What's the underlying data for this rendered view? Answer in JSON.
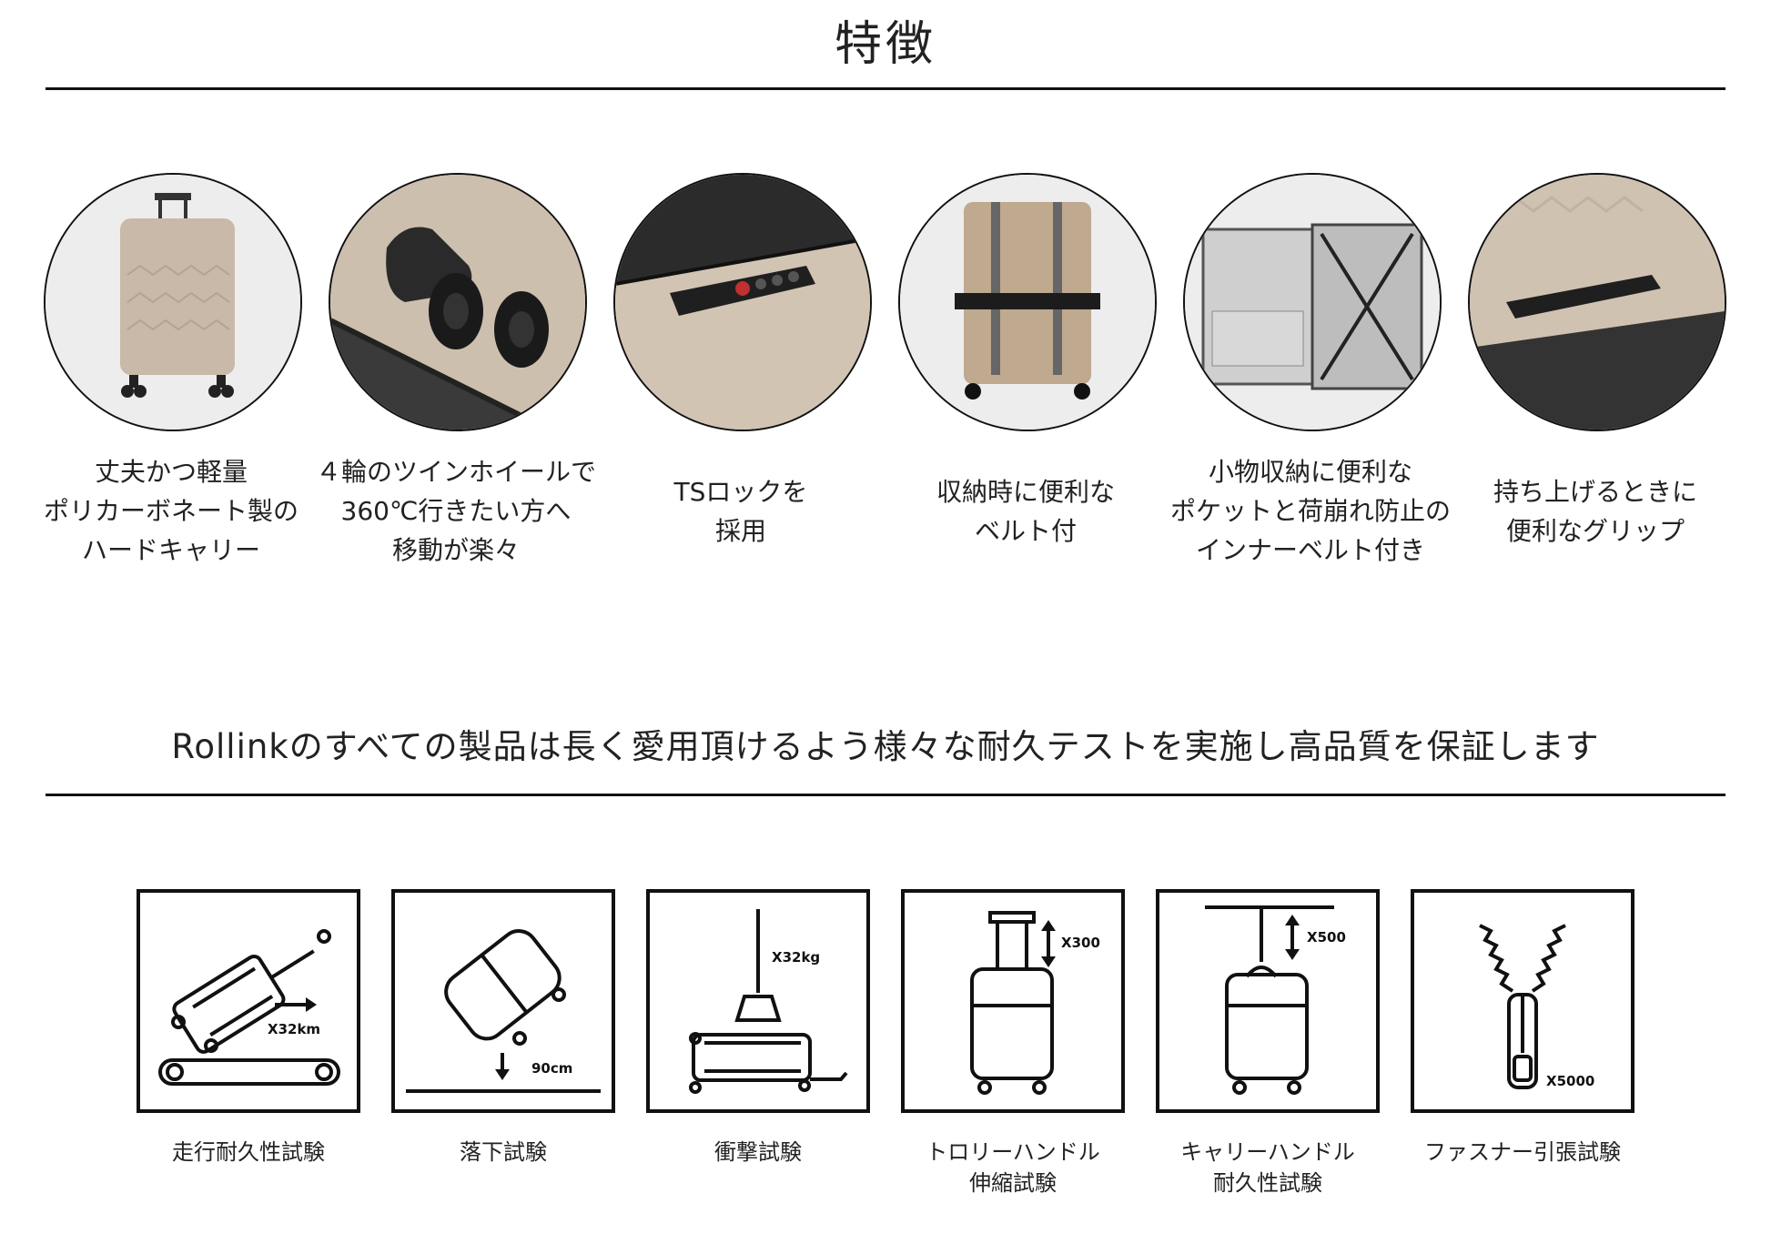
{
  "title": "特徴",
  "features": [
    {
      "line1": "丈夫かつ軽量",
      "line2": "ポリカーボネート製の",
      "line3": "ハードキャリー"
    },
    {
      "line1": "４輪のツインホイールで",
      "line2": "360℃行きたい方へ",
      "line3": "移動が楽々"
    },
    {
      "line1": "TSロックを",
      "line2": "採用",
      "line3": ""
    },
    {
      "line1": "収納時に便利な",
      "line2": "ベルト付",
      "line3": ""
    },
    {
      "line1": "小物収納に便利な",
      "line2": "ポケットと荷崩れ防止の",
      "line3": "インナーベルト付き"
    },
    {
      "line1": "持ち上げるときに",
      "line2": "便利なグリップ",
      "line3": ""
    }
  ],
  "tests_heading": "Rollinkのすべての製品は長く愛用頂けるよう様々な耐久テストを実施し高品質を保証します",
  "tests": [
    {
      "line1": "走行耐久性試験",
      "line2": "",
      "value": "X32km"
    },
    {
      "line1": "落下試験",
      "line2": "",
      "value": "90cm"
    },
    {
      "line1": "衝撃試験",
      "line2": "",
      "value": "X32kg"
    },
    {
      "line1": "トロリーハンドル",
      "line2": "伸縮試験",
      "value": "X300"
    },
    {
      "line1": "キャリーハンドル",
      "line2": "耐久性試験",
      "value": "X500"
    },
    {
      "line1": "ファスナー引張試験",
      "line2": "",
      "value": "X5000"
    }
  ]
}
